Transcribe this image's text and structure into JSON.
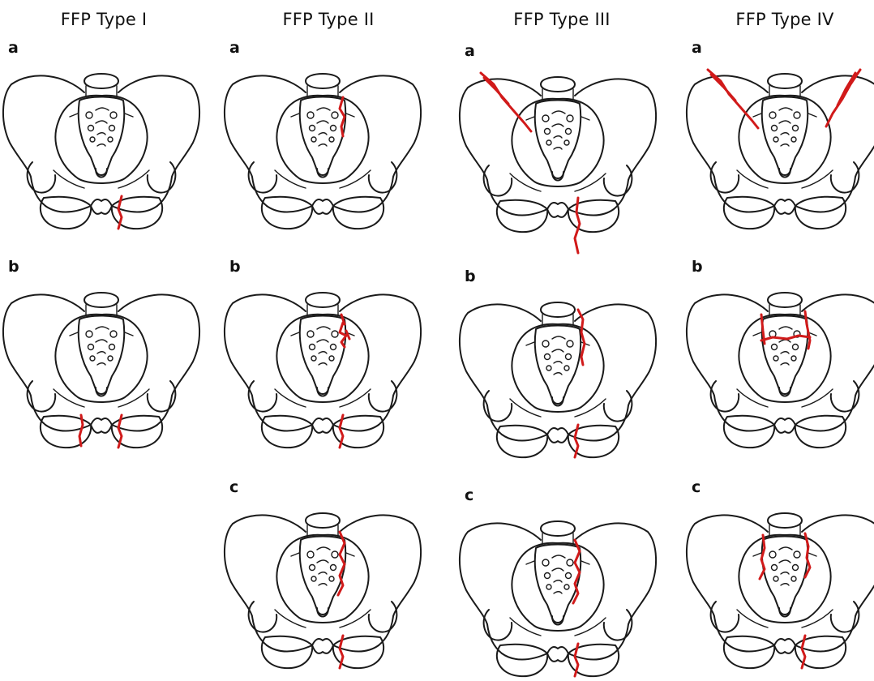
{
  "columns": [
    {
      "title": "FFP Type I",
      "panels": [
        {
          "letter": "a",
          "fractures": [
            "pubic-left"
          ]
        },
        {
          "letter": "b",
          "fractures": [
            "pubic-left",
            "pubic-right"
          ]
        }
      ]
    },
    {
      "title": "FFP Type II",
      "panels": [
        {
          "letter": "a",
          "fractures": [
            "sacral-left"
          ]
        },
        {
          "letter": "b",
          "fractures": [
            "sacral-left-crush",
            "pubic-left"
          ]
        },
        {
          "letter": "c",
          "fractures": [
            "sacral-left-full",
            "pubic-left"
          ]
        }
      ]
    },
    {
      "title": "FFP Type III",
      "panels": [
        {
          "letter": "a",
          "fractures": [
            "iliac-right",
            "pubic-left-long"
          ]
        },
        {
          "letter": "b",
          "fractures": [
            "si-left",
            "pubic-left"
          ]
        },
        {
          "letter": "c",
          "fractures": [
            "sacral-left-full",
            "pubic-left"
          ]
        }
      ]
    },
    {
      "title": "FFP Type IV",
      "panels": [
        {
          "letter": "a",
          "fractures": [
            "iliac-right",
            "iliac-left"
          ]
        },
        {
          "letter": "b",
          "fractures": [
            "sacral-h"
          ]
        },
        {
          "letter": "c",
          "fractures": [
            "sacral-both",
            "pubic-left"
          ]
        }
      ]
    }
  ],
  "colors": {
    "outline": "#1a1a1a",
    "fracture": "#d11a1a"
  }
}
